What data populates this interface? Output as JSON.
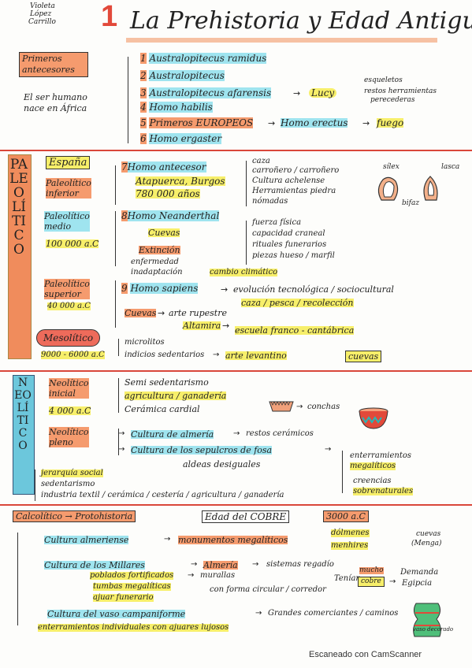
{
  "header": {
    "author": [
      "Violeta",
      "López",
      "Carrillo"
    ],
    "number": "1",
    "title": "La Prehistoria y Edad Antigua"
  },
  "intro": {
    "box": [
      "Primeros",
      "antecesores"
    ],
    "note": [
      "El ser humano",
      "nace en África"
    ],
    "list": [
      {
        "n": "1",
        "text": "Australopitecus ramidus"
      },
      {
        "n": "2",
        "text": "Australopitecus"
      },
      {
        "n": "3",
        "text": "Australopitecus afarensis"
      },
      {
        "n": "4",
        "text": "Homo habilis"
      },
      {
        "n": "5",
        "text": "Primeros EUROPEOS"
      },
      {
        "n": "6",
        "text": "Homo ergaster"
      }
    ],
    "lucy": "Lucy",
    "lucy_items": [
      "esqueletos",
      "restos herramientas",
      "perecederas"
    ],
    "erectus": "Homo erectus",
    "fuego": "fuego"
  },
  "paleolitico": {
    "side_label": "PALEOLÍTICO",
    "espana": "España",
    "inferior": [
      "Paleolítico",
      "inferior"
    ],
    "n7": "7",
    "antecesor": "Homo antecesor",
    "atapuerca": "Atapuerca, Burgos",
    "years_780": "780 000 años",
    "inferior_notes": [
      "caza",
      "carroñero / carroñero",
      "Cultura achelense",
      "Herramientas piedra",
      "nómadas"
    ],
    "silex": "sílex",
    "lasca": "lasca",
    "bifaz": "bifaz",
    "medio": [
      "Paleolítico",
      "medio"
    ],
    "medio_date": "100 000 a.C",
    "n8": "8",
    "neanderthal": "Homo Neanderthal",
    "cuevas": "Cuevas",
    "extincion": "Extinción",
    "enfermedad": "enfermedad",
    "inadaptacion": "inadaptación",
    "cambio": "cambio climático",
    "medio_notes": [
      "fuerza física",
      "capacidad craneal",
      "rituales funerarios",
      "piezas hueso / marfil"
    ],
    "superior": [
      "Paleolítico",
      "superior"
    ],
    "superior_date": "40 000 a.C",
    "n9": "9",
    "sapiens": "Homo sapiens",
    "evolucion": "evolución tecnológica / sociocultural",
    "caza_pesca": "caza / pesca / recolección",
    "cuevas2": "Cuevas",
    "arte_rupestre": "arte rupestre",
    "altamira": "Altamira",
    "escuela": "escuela franco - cantábrica",
    "mesolitico": "Mesolítico",
    "meso_date": "9000 - 6000 a.C",
    "microlitos": "microlitos",
    "indicios": "indicios sedentarios",
    "levantino": "arte levantino",
    "cuevas3": "cuevas"
  },
  "neolitico": {
    "side_label": "NEOLÍTICO",
    "inicial": [
      "Neolítico",
      "inicial"
    ],
    "inicial_date": "4 000 a.C",
    "inicial_notes": [
      "Semi sedentarismo",
      "agricultura / ganadería",
      "Cerámica cardial"
    ],
    "conchas": "conchas",
    "pleno": [
      "Neolítico",
      "pleno"
    ],
    "almeria": "Cultura de almería",
    "restos": "restos cerámicos",
    "sepulcros": "Cultura de los sepulcros de fosa",
    "aldeas": "aldeas desiguales",
    "right": [
      "enterramientos",
      "megalíticos",
      "creencias",
      "sobrenaturales"
    ],
    "list": [
      "jerarquía social",
      "sedentarismo",
      "industria textil / cerámica / cestería / agricultura / ganadería"
    ]
  },
  "calcolitico": {
    "head1": "Calcolítico → Protohistoria",
    "head2": "Edad del COBRE",
    "head3": "3000 a.C",
    "almeriense": "Cultura almeriense",
    "monumentos": "monumentos megalíticos",
    "dolmen": "dólmenes",
    "menhires": "menhires",
    "cuevas_menga": [
      "cuevas",
      "(Menga)"
    ],
    "millares": "Cultura de los Millares",
    "almeria": "Almería",
    "sistemas": "sistemas regadío",
    "mucho": "mucho",
    "cobre": "cobre",
    "tenian": "Tenían",
    "demanda": [
      "Demanda",
      "Egipcia"
    ],
    "poblados": "poblados fortificados",
    "murallas": "murallas",
    "tumbas": "tumbas megalíticas",
    "forma": "con forma circular / corredor",
    "ajuar": "ajuar funerario",
    "campaniforme": "Cultura del vaso campaniforme",
    "grandes": "Grandes comerciantes / caminos",
    "enterramientos": "enterramientos individuales con ajuares lujosos",
    "vaso": "vaso decorado"
  },
  "footer": "Escaneado con CamScanner"
}
